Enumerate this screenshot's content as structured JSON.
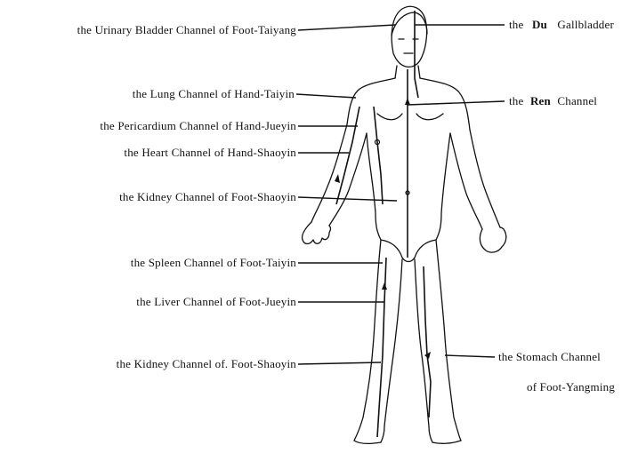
{
  "labels": {
    "urinary_bladder": "the Urinary Bladder Channel of Foot-Taiyang",
    "lung": "the Lung Channel of Hand-Taiyin",
    "pericardium": "the Pericardium Channel of Hand-Jueyin",
    "heart": "the Heart Channel of Hand-Shaoyin",
    "kidney_upper": "the Kidney Channel of Foot-Shaoyin",
    "spleen": "the Spleen Channel of Foot-Taiyin",
    "liver": "the Liver Channel of Foot-Jueyin",
    "kidney_lower": "the Kidney Channel of. Foot-Shaoyin",
    "du_the": "the",
    "du_name": "Du",
    "du_gallbladder": "Gallbladder",
    "ren_the": "the",
    "ren_name": "Ren",
    "ren_channel": "Channel",
    "stomach_line1": "the Stomach Channel",
    "stomach_line2": "of Foot-Yangming"
  },
  "colors": {
    "ink": "#111111",
    "background": "#ffffff"
  }
}
